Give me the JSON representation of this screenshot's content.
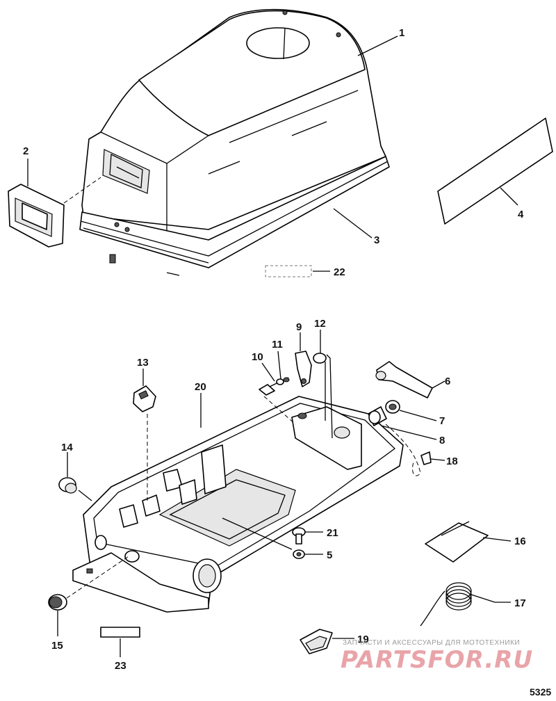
{
  "diagram": {
    "drawing_number": "5325",
    "callouts": [
      {
        "id": "c1",
        "label": "1"
      },
      {
        "id": "c2",
        "label": "2"
      },
      {
        "id": "c3",
        "label": "3"
      },
      {
        "id": "c4",
        "label": "4"
      },
      {
        "id": "c5",
        "label": "5"
      },
      {
        "id": "c6",
        "label": "6"
      },
      {
        "id": "c7",
        "label": "7"
      },
      {
        "id": "c8",
        "label": "8"
      },
      {
        "id": "c9",
        "label": "9"
      },
      {
        "id": "c10",
        "label": "10"
      },
      {
        "id": "c11",
        "label": "11"
      },
      {
        "id": "c12",
        "label": "12"
      },
      {
        "id": "c13",
        "label": "13"
      },
      {
        "id": "c14",
        "label": "14"
      },
      {
        "id": "c15",
        "label": "15"
      },
      {
        "id": "c16",
        "label": "16"
      },
      {
        "id": "c17",
        "label": "17"
      },
      {
        "id": "c18",
        "label": "18"
      },
      {
        "id": "c19",
        "label": "19"
      },
      {
        "id": "c20",
        "label": "20"
      },
      {
        "id": "c21",
        "label": "21"
      },
      {
        "id": "c22",
        "label": "22"
      },
      {
        "id": "c23",
        "label": "23"
      }
    ]
  },
  "watermark": {
    "tagline": "ЗАПЧАСТИ И АКСЕССУАРЫ ДЛЯ МОТОТЕХНИКИ",
    "brand": "PARTSFOR.RU"
  }
}
